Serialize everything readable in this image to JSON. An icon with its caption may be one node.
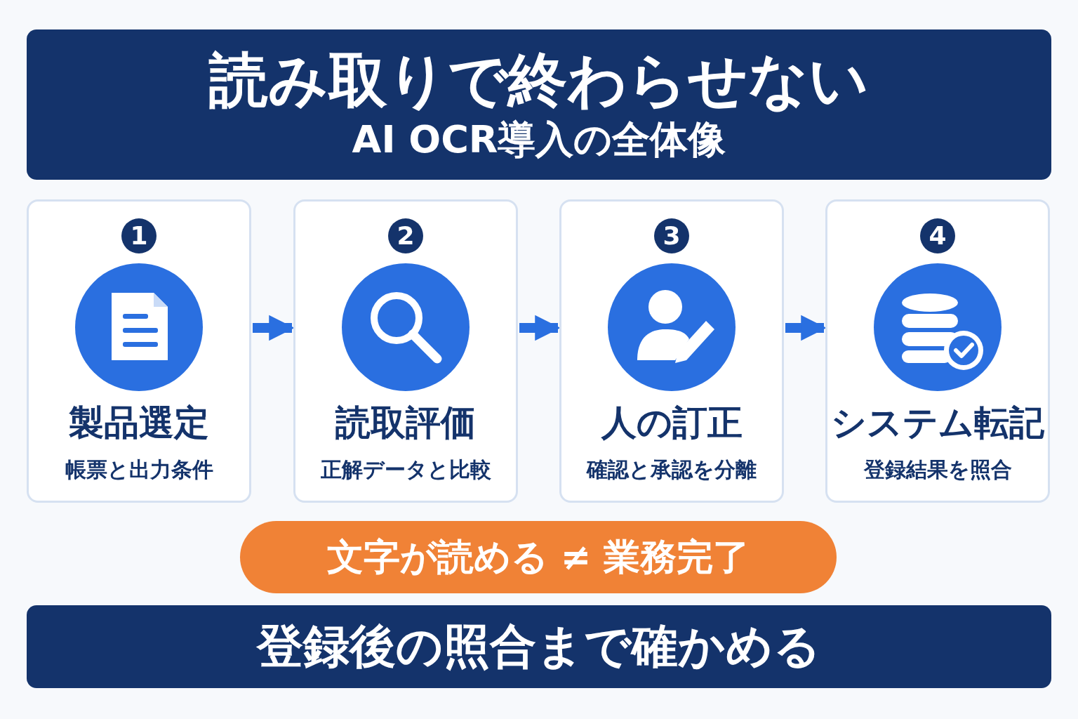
{
  "diagram": {
    "nodes": [
      {
        "text": [
          "読み取りで終わらせない",
          "AI OCR導入の全体像"
        ]
      },
      {
        "text": [
          "1",
          "製品選定",
          "帳票と出力条件"
        ]
      },
      {
        "text": [
          "2",
          "読取評価",
          "正解データと比較"
        ]
      },
      {
        "text": [
          "3",
          "人の訂正",
          "確認と承認を分離"
        ]
      },
      {
        "text": [
          "4",
          "システム転記",
          "登録結果を照合"
        ]
      },
      {
        "text": [
          "文字が読める ≠ 業務完了"
        ]
      },
      {
        "text": [
          "登録後の照合まで確かめる"
        ]
      }
    ],
    "edges": [
      {
        "from": 1,
        "to": 2,
        "arrow": "to"
      },
      {
        "from": 2,
        "to": 3,
        "arrow": "to"
      },
      {
        "from": 3,
        "to": 4,
        "arrow": "to"
      }
    ]
  }
}
